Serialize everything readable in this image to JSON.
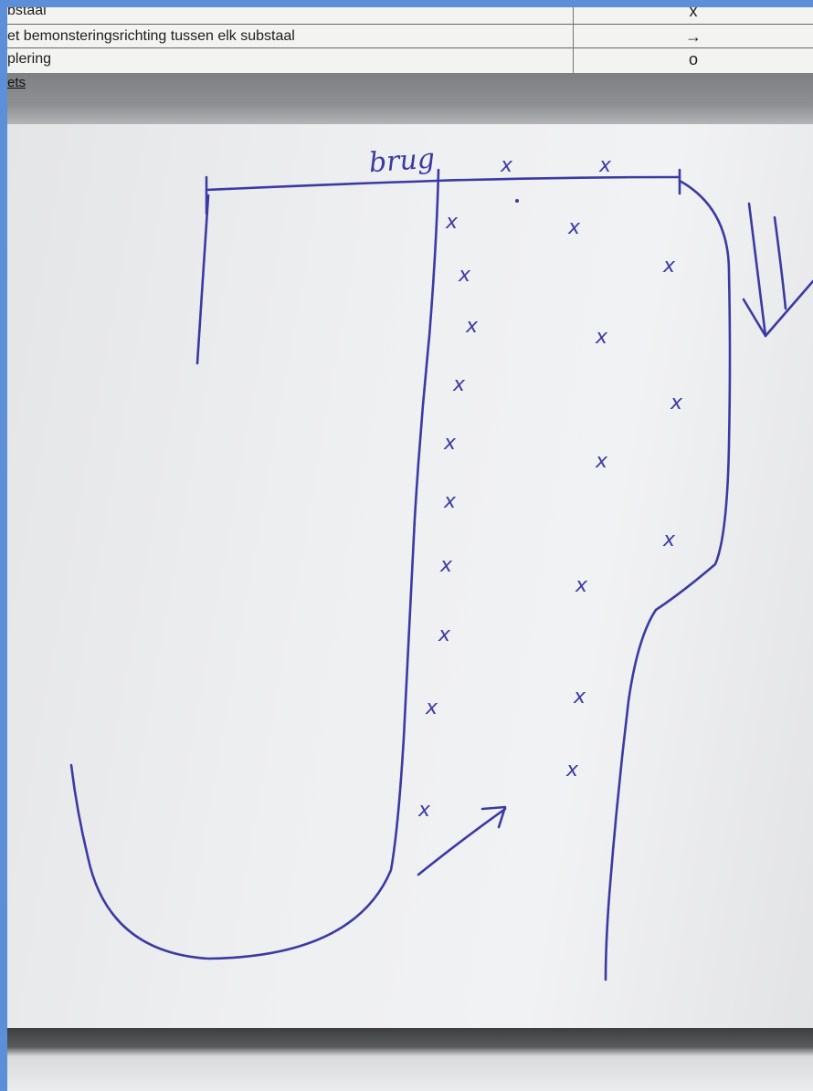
{
  "form_table": {
    "rows": [
      {
        "label": "bstaal",
        "symbol": "x"
      },
      {
        "label": "et bemonsteringsrichting tussen elk substaal",
        "symbol": "→"
      },
      {
        "label": "plering",
        "symbol": "o"
      }
    ]
  },
  "section_heading": "ets",
  "sketch": {
    "label": "brug",
    "ink_color": "#3b3aa3",
    "sample_mark": "x"
  },
  "colors": {
    "frame_blue": "#5b8fd8",
    "band_gray": "#8e9093",
    "ink": "#3b3aa3"
  }
}
